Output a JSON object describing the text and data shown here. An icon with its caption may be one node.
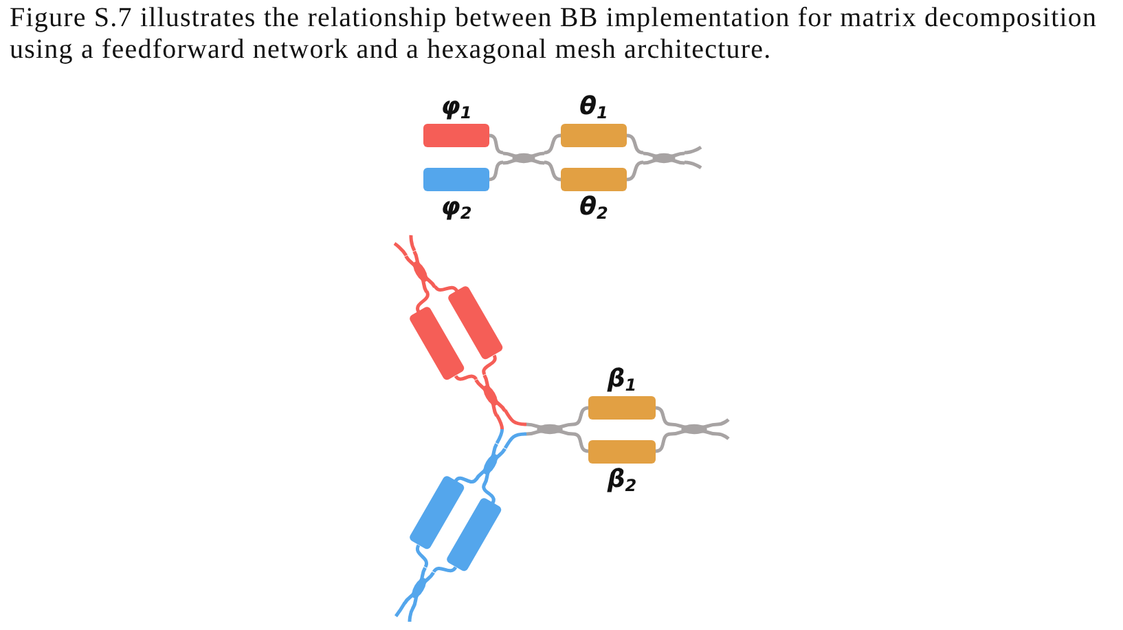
{
  "diagram": {
    "caption": "Figure S.7 illustrates the relationship between BB implementation for matrix decomposition using a feedforward network and a hexagonal mesh architecture.",
    "nodes": [
      {
        "text": [
          "φ$_{1}$"
        ]
      },
      {
        "text": [
          "φ$_{2}$"
        ]
      },
      {
        "text": [],
        "shape": "ellipse"
      },
      {
        "text": [
          "θ$_{1}$"
        ]
      },
      {
        "text": [
          "θ$_{2}$"
        ]
      },
      {
        "text": [],
        "shape": "ellipse"
      },
      {
        "text": [],
        "shape": "ellipse"
      },
      {
        "text": [],
        "shape": "box"
      },
      {
        "text": [],
        "shape": "box"
      },
      {
        "text": [],
        "shape": "ellipse"
      },
      {
        "text": [],
        "shape": "ellipse"
      },
      {
        "text": [
          "β$_{1}$"
        ]
      },
      {
        "text": [
          "β$_{2}$"
        ]
      },
      {
        "text": [],
        "shape": "ellipse"
      },
      {
        "text": [],
        "shape": "ellipse"
      },
      {
        "text": [],
        "shape": "box"
      },
      {
        "text": [],
        "shape": "box"
      },
      {
        "text": [],
        "shape": "ellipse"
      }
    ],
    "edges": [
      {
        "from": 0,
        "to": 2,
        "arrow": "none"
      },
      {
        "from": 1,
        "to": 2,
        "arrow": "none"
      },
      {
        "from": 2,
        "to": 3,
        "arrow": "none"
      },
      {
        "from": 2,
        "to": 4,
        "arrow": "none"
      },
      {
        "from": 3,
        "to": 5,
        "arrow": "none"
      },
      {
        "from": 4,
        "to": 5,
        "arrow": "none"
      },
      {
        "from": 5,
        "to": null,
        "arrow": "none"
      },
      {
        "from": 5,
        "to": null,
        "arrow": "none"
      },
      {
        "from": null,
        "to": 6,
        "arrow": "none",
        "color": "#f55e57"
      },
      {
        "from": null,
        "to": 6,
        "arrow": "none",
        "color": "#f55e57"
      },
      {
        "from": 6,
        "to": 7,
        "arrow": "none",
        "color": "#f55e57"
      },
      {
        "from": 6,
        "to": 8,
        "arrow": "none",
        "color": "#f55e57"
      },
      {
        "from": 7,
        "to": 9,
        "arrow": "none",
        "color": "#f55e57"
      },
      {
        "from": 8,
        "to": 9,
        "arrow": "none",
        "color": "#f55e57"
      },
      {
        "from": 9,
        "to": 10,
        "arrow": "none",
        "color": "#f55e57"
      },
      {
        "from": 9,
        "to": 14,
        "arrow": "none",
        "color": "#f55e57"
      },
      {
        "from": 14,
        "to": 10,
        "arrow": "none",
        "color": "#54a6ec"
      },
      {
        "from": 10,
        "to": 11,
        "arrow": "none"
      },
      {
        "from": 10,
        "to": 12,
        "arrow": "none"
      },
      {
        "from": 11,
        "to": 13,
        "arrow": "none"
      },
      {
        "from": 12,
        "to": 13,
        "arrow": "none"
      },
      {
        "from": 13,
        "to": null,
        "arrow": "none"
      },
      {
        "from": 13,
        "to": null,
        "arrow": "none"
      },
      {
        "from": 14,
        "to": 15,
        "arrow": "none",
        "color": "#54a6ec"
      },
      {
        "from": 14,
        "to": 16,
        "arrow": "none",
        "color": "#54a6ec"
      },
      {
        "from": 15,
        "to": 17,
        "arrow": "none",
        "color": "#54a6ec"
      },
      {
        "from": 16,
        "to": 17,
        "arrow": "none",
        "color": "#54a6ec"
      },
      {
        "from": 17,
        "to": null,
        "arrow": "none",
        "color": "#54a6ec"
      },
      {
        "from": 17,
        "to": null,
        "arrow": "none",
        "color": "#54a6ec"
      }
    ]
  }
}
